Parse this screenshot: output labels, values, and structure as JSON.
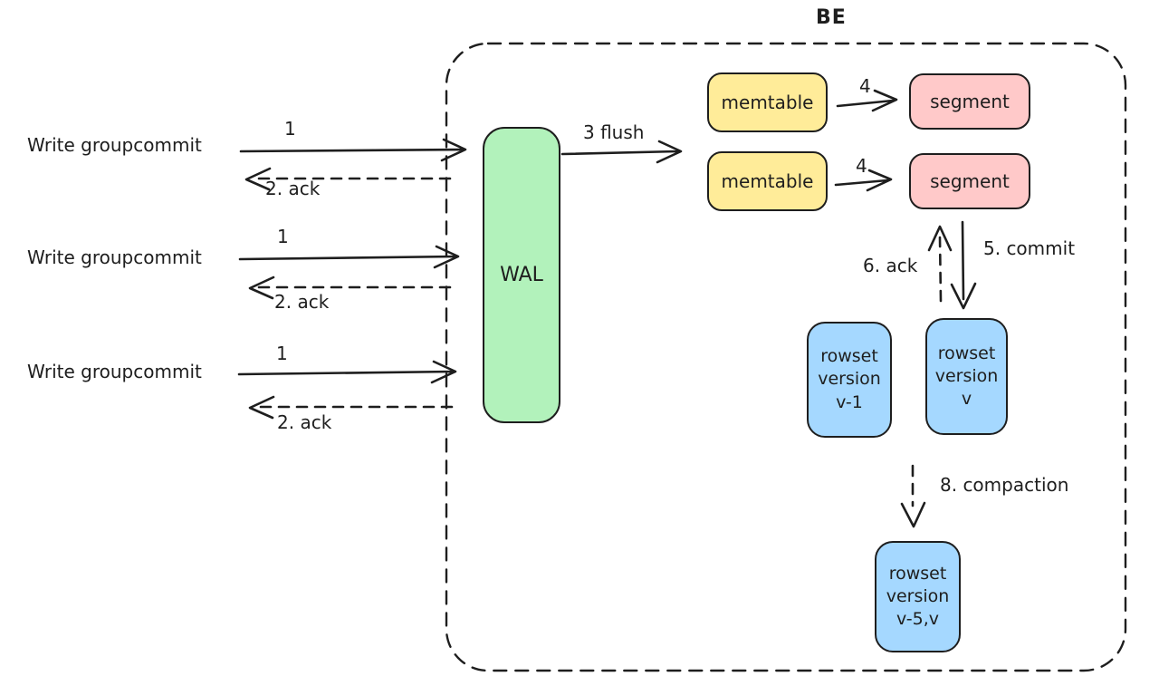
{
  "colors": {
    "stroke": "#1e1e1e",
    "background": "#ffffff",
    "wal_fill": "#b2f2bb",
    "memtable_fill": "#ffec99",
    "segment_fill": "#ffc9c9",
    "rowset_fill": "#a5d8ff"
  },
  "container": {
    "label": "BE"
  },
  "clients": [
    {
      "label": "Write groupcommit",
      "request_label": "1",
      "ack_label": "2. ack"
    },
    {
      "label": "Write groupcommit",
      "request_label": "1",
      "ack_label": "2. ack"
    },
    {
      "label": "Write groupcommit",
      "request_label": "1",
      "ack_label": "2. ack"
    }
  ],
  "wal": {
    "label": "WAL"
  },
  "flush": {
    "label": "3 flush"
  },
  "memtables": [
    {
      "label": "memtable"
    },
    {
      "label": "memtable"
    }
  ],
  "memtable_to_segment": [
    {
      "label": "4"
    },
    {
      "label": "4"
    }
  ],
  "segments": [
    {
      "label": "segment"
    },
    {
      "label": "segment"
    }
  ],
  "commit": {
    "label": "5. commit"
  },
  "commit_ack": {
    "label": "6. ack"
  },
  "compaction": {
    "label": "8. compaction"
  },
  "rowsets": [
    {
      "line1": "rowset",
      "line2": "version",
      "line3": "v-1"
    },
    {
      "line1": "rowset",
      "line2": "version",
      "line3": "v"
    },
    {
      "line1": "rowset",
      "line2": "version",
      "line3": "v-5,v"
    }
  ]
}
